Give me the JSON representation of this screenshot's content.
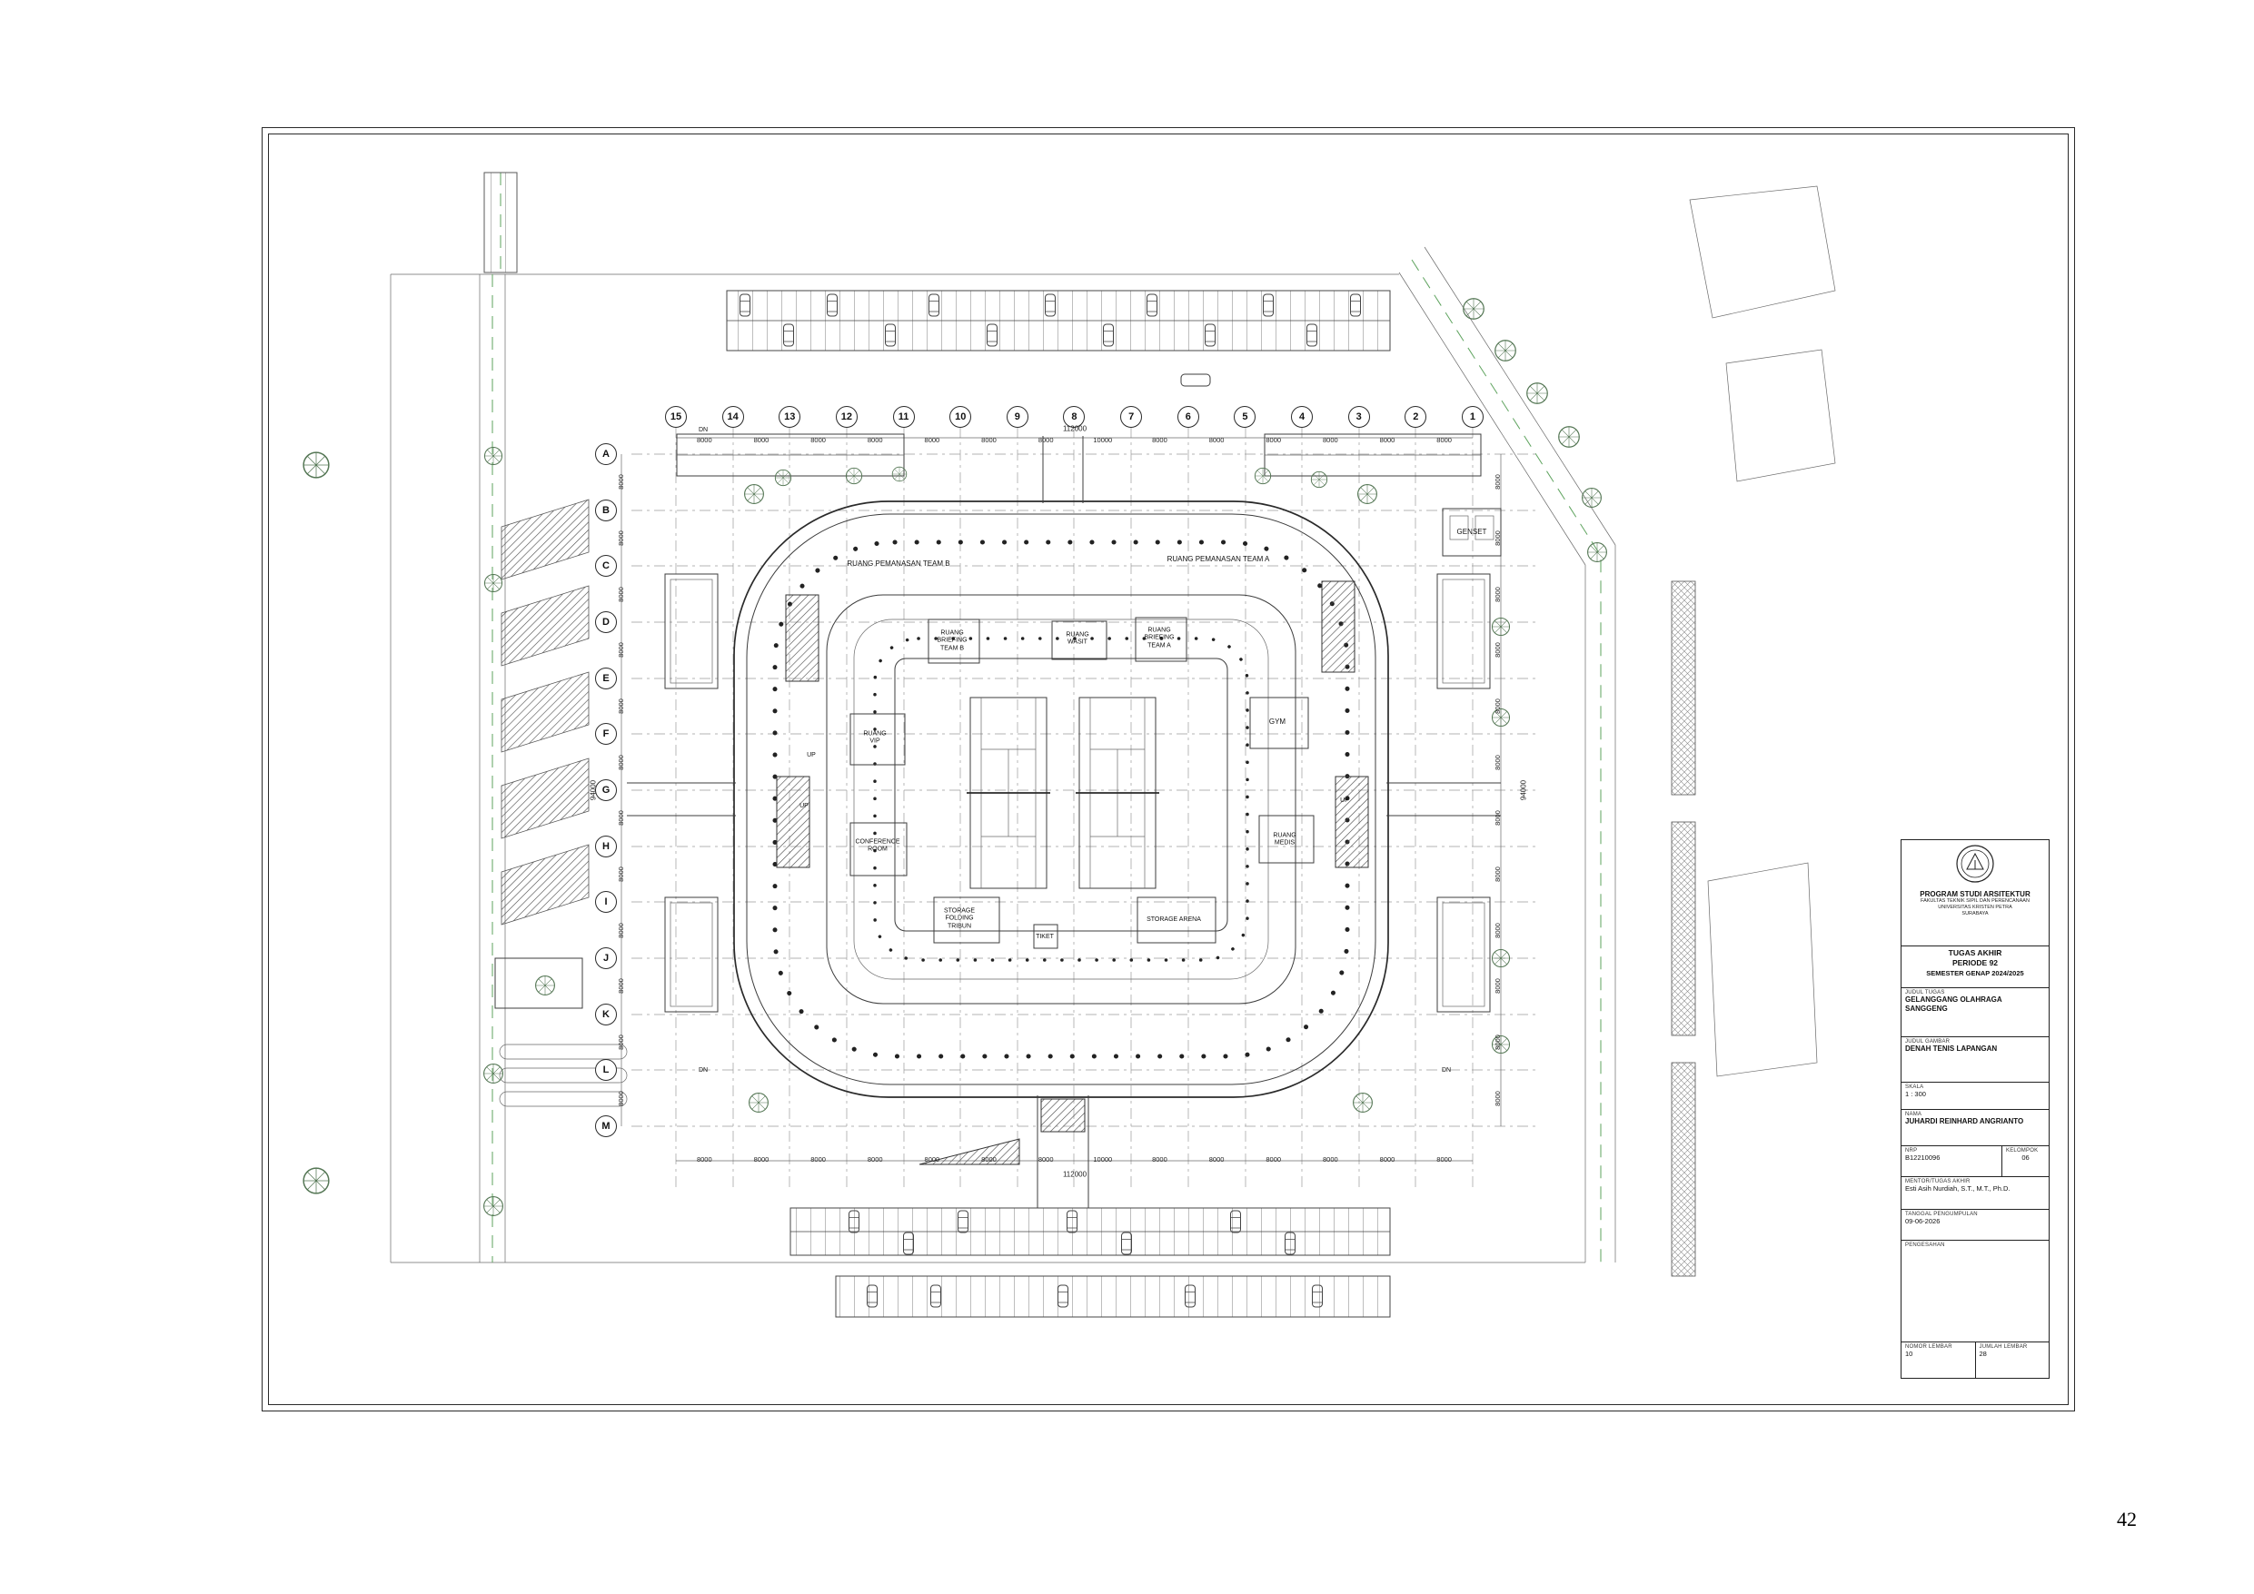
{
  "page": {
    "number": "42"
  },
  "grid": {
    "columns": [
      "15",
      "14",
      "13",
      "12",
      "11",
      "10",
      "9",
      "8",
      "7",
      "6",
      "5",
      "4",
      "3",
      "2",
      "1"
    ],
    "rows": [
      "A",
      "B",
      "C",
      "D",
      "E",
      "F",
      "G",
      "H",
      "I",
      "J",
      "K",
      "L",
      "M"
    ]
  },
  "dimensions": {
    "horizontal": [
      "8000",
      "8000",
      "8000",
      "8000",
      "8000",
      "8000",
      "8000",
      "10000",
      "8000",
      "8000",
      "8000",
      "8000",
      "8000",
      "8000"
    ],
    "vertical": [
      "8000",
      "8000",
      "8000",
      "8000",
      "8000",
      "8000",
      "8000",
      "8000",
      "8000",
      "8000",
      "8000",
      "8000"
    ],
    "total_width": "112000",
    "total_height": "94000"
  },
  "rooms": {
    "pemanasan_b": "RUANG PEMANASAN TEAM B",
    "pemanasan_a": "RUANG PEMANASAN TEAM A",
    "briefing_b": "RUANG BRIEFING TEAM B",
    "wasit": "RUANG WASIT",
    "briefing_a": "RUANG BRIEFING TEAM A",
    "gym": "GYM",
    "vip": "RUANG VIP",
    "conference": "CONFERENCE ROOM",
    "medis": "RUANG MEDIS",
    "storage_tribun": "STORAGE FOLDING TRIBUN",
    "tiket": "TIKET",
    "storage_arena": "STORAGE ARENA",
    "genset": "GENSET",
    "up": "UP",
    "dn": "DN"
  },
  "title_block": {
    "program": "PROGRAM STUDI ARSITEKTUR",
    "faculty": "FAKULTAS TEKNIK SIPIL DAN PERENCANAAN",
    "university": "UNIVERSITAS KRISTEN PETRA",
    "city": "SURABAYA",
    "assignment": "TUGAS AKHIR",
    "period": "PERIODE 92",
    "semester": "SEMESTER GENAP 2024/2025",
    "judul_tugas_label": "JUDUL TUGAS",
    "judul_tugas": "GELANGGANG OLAHRAGA SANGGENG",
    "judul_gambar_label": "JUDUL GAMBAR",
    "judul_gambar": "DENAH TENIS LAPANGAN",
    "skala_label": "SKALA",
    "skala": "1 : 300",
    "nama_label": "NAMA",
    "nama": "JUHARDI REINHARD ANGRIANTO",
    "nrp_label": "NRP",
    "nrp": "B12210096",
    "kelompok_label": "KELOMPOK",
    "kelompok": "06",
    "mentor_label": "MENTOR/TUGAS AKHIR",
    "mentor": "Esti Asih Nurdiah, S.T., M.T., Ph.D.",
    "tanggal_label": "TANGGAL PENGUMPULAN",
    "tanggal": "09-06-2026",
    "pengesahan_label": "PENGESAHAN",
    "nomor_lembar_label": "NOMOR LEMBAR",
    "nomor_lembar": "10",
    "jumlah_lembar_label": "JUMLAH LEMBAR",
    "jumlah_lembar": "28"
  }
}
